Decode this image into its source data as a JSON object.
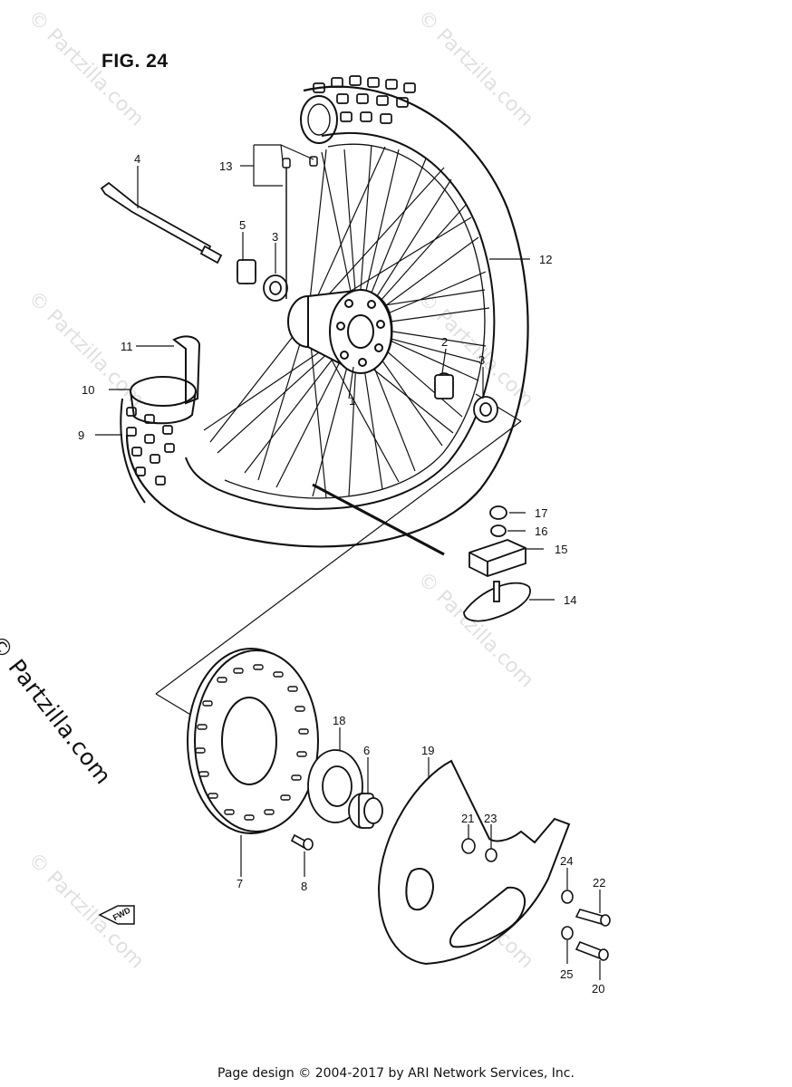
{
  "figure": {
    "title": "FIG. 24"
  },
  "watermark": {
    "text": "© Partzilla.com"
  },
  "footer": {
    "copyright": "Page design © 2004-2017 by ARI Network Services, Inc."
  },
  "fwd_badge": "FWD",
  "callouts": {
    "c1": "1",
    "c2": "2",
    "c3a": "3",
    "c3b": "3",
    "c4": "4",
    "c5": "5",
    "c6": "6",
    "c7": "7",
    "c8": "8",
    "c9": "9",
    "c10": "10",
    "c11": "11",
    "c12": "12",
    "c13": "13",
    "c14": "14",
    "c15": "15",
    "c16": "16",
    "c17": "17",
    "c18": "18",
    "c19": "19",
    "c20": "20",
    "c21": "21",
    "c22": "22",
    "c23": "23",
    "c24": "24",
    "c25": "25"
  }
}
